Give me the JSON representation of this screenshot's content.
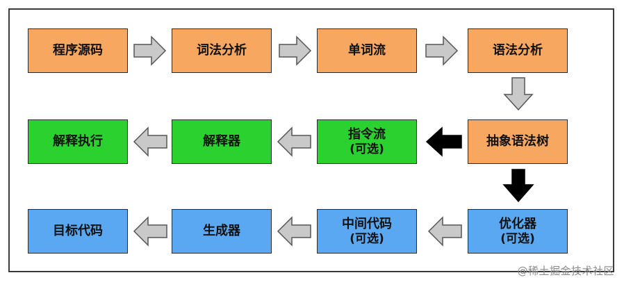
{
  "nodes": {
    "source_code": "程序源码",
    "lexical_analysis": "词法分析",
    "token_stream": "单词流",
    "syntax_analysis": "语法分析",
    "ast": "抽象语法树",
    "instruction_stream": "指令流",
    "instruction_stream_optional": "(可选)",
    "interpreter": "解释器",
    "interpret_execute": "解释执行",
    "optimizer": "优化器",
    "optimizer_optional": "(可选)",
    "ir_code": "中间代码",
    "ir_code_optional": "(可选)",
    "generator": "生成器",
    "target_code": "目标代码"
  },
  "colors": {
    "frontend": "#f7a75f",
    "interpret_path": "#2bd12f",
    "compile_path": "#5aa8f2",
    "gray_arrow": "#c9c9c9",
    "black_arrow": "#000000"
  },
  "watermark": "@稀土掘金技术社区"
}
